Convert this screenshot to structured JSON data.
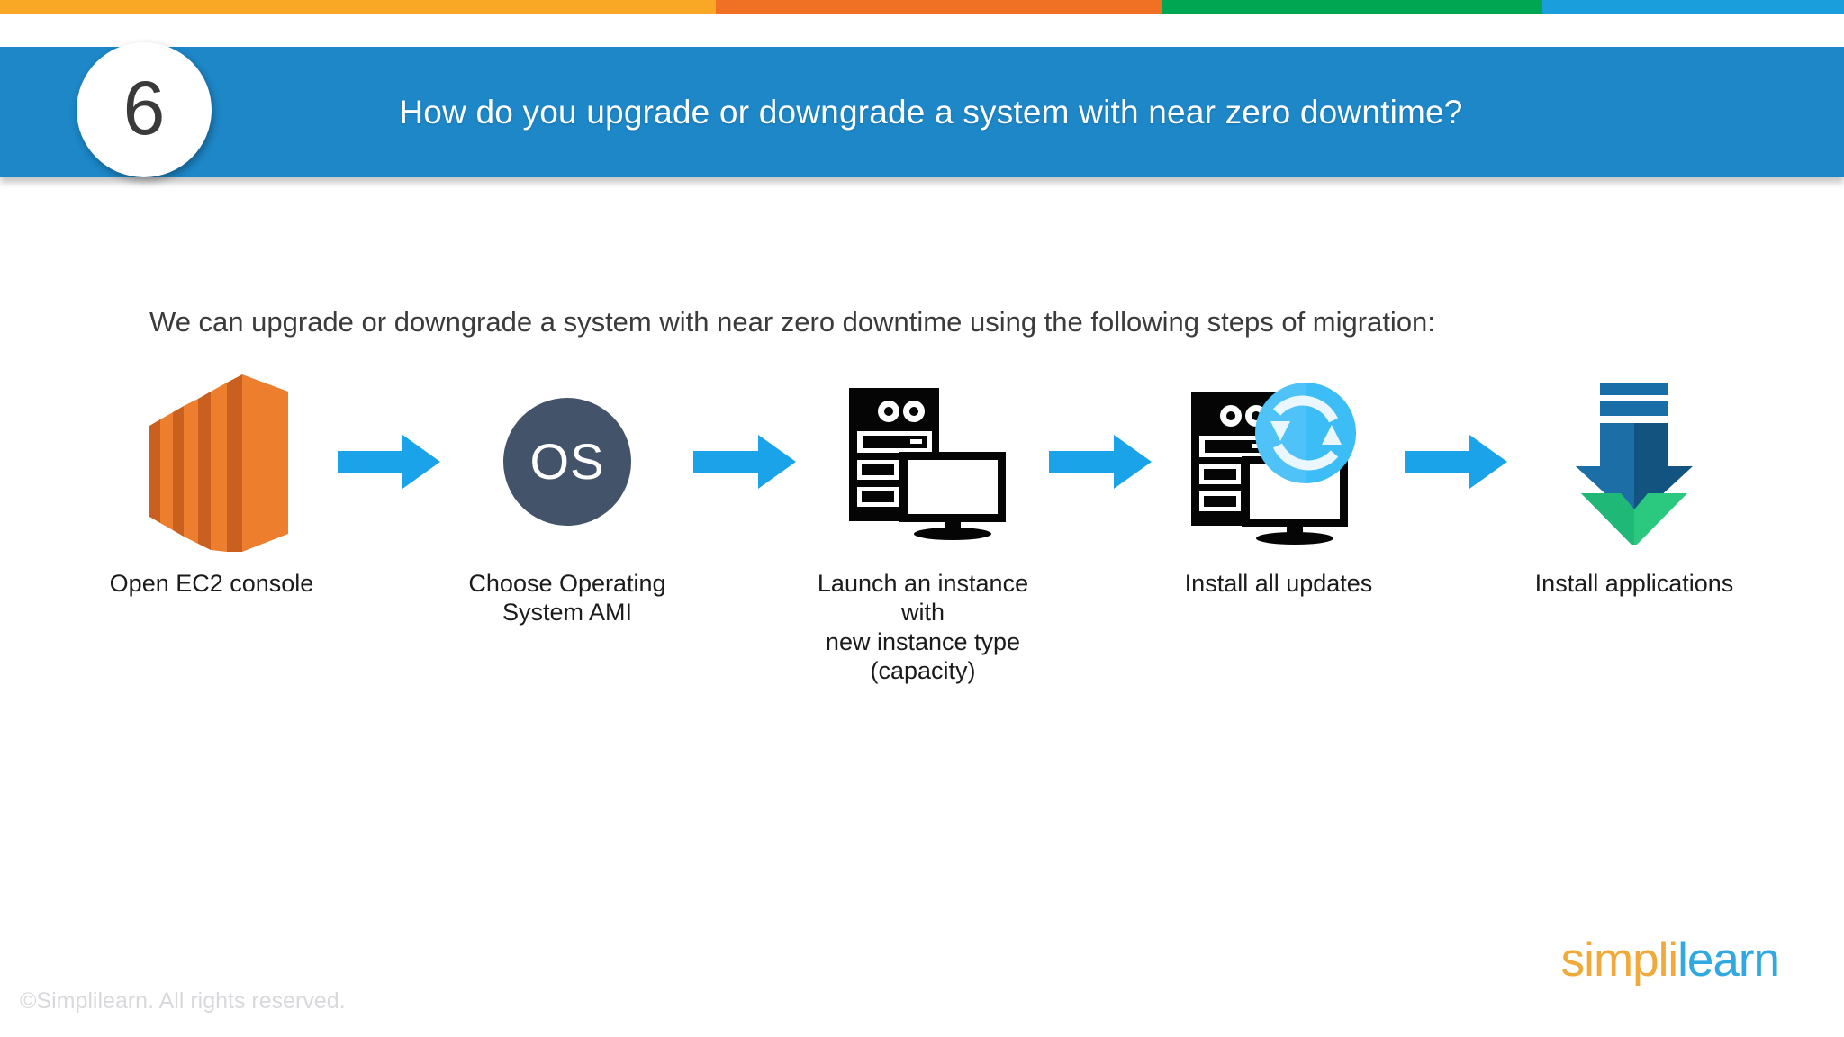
{
  "top_strip": {
    "segments": [
      {
        "name": "yellow",
        "color": "#f9a825"
      },
      {
        "name": "orange",
        "color": "#f07123"
      },
      {
        "name": "green",
        "color": "#00a651"
      },
      {
        "name": "blue",
        "color": "#1a9fdc"
      }
    ]
  },
  "header": {
    "number": "6",
    "title": "How do you upgrade or downgrade a system with near zero downtime?",
    "banner_color": "#1d87c8"
  },
  "body": {
    "intro": "We can upgrade or downgrade a system with near zero downtime using the following steps of migration:"
  },
  "flow": {
    "arrow_color": "#1aa3e8",
    "arrow_icon": "arrow-right-icon",
    "steps": [
      {
        "id": "open-ec2-console",
        "label": "Open EC2 console",
        "icon": "aws-ec2-icon",
        "icon_color": "#ec7e2d"
      },
      {
        "id": "choose-os-ami",
        "label": "Choose Operating\nSystem AMI",
        "icon": "os-circle-icon",
        "icon_text": "OS",
        "icon_color": "#42536a"
      },
      {
        "id": "launch-instance",
        "label": "Launch an instance with\nnew instance type\n(capacity)",
        "icon": "server-monitor-icon",
        "icon_color": "#000000"
      },
      {
        "id": "install-updates",
        "label": "Install all updates",
        "icon": "server-monitor-refresh-icon",
        "icon_color": "#000000",
        "badge_color": "#4fc3f7"
      },
      {
        "id": "install-applications",
        "label": "Install applications",
        "icon": "download-arrow-icon",
        "icon_color": "#135b8a",
        "accent_color": "#2bc97f"
      }
    ]
  },
  "footer": {
    "copyright": "©Simplilearn. All rights reserved.",
    "logo": {
      "part1": "simpl",
      "dot": "i",
      "part2": "learn",
      "color1": "#f0a93b",
      "color2": "#31a9e0"
    }
  }
}
